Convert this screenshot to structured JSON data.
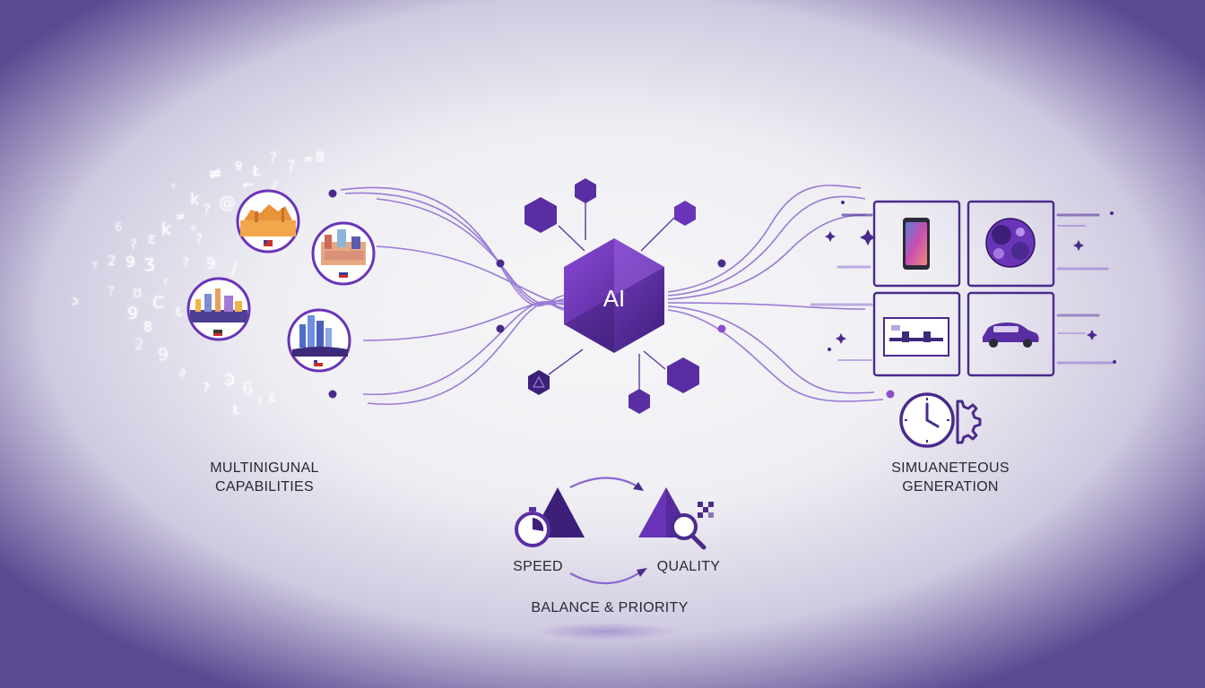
{
  "center": {
    "text": "AI"
  },
  "labels": {
    "multilingual_line1": "MULTINIGUNAL",
    "multilingual_line2": "CAPABILITIES",
    "simultaneous_line1": "SIMUANETEOUS",
    "simultaneous_line2": "GENERATION",
    "speed": "SPEED",
    "quality": "QUALITY",
    "balance": "BALANCE & PRIORITY"
  },
  "glyphs": [
    "6",
    "?",
    "ɛ",
    "k",
    "≠",
    "*",
    "?",
    "@",
    "9",
    "Ł",
    "?",
    "?",
    "≠",
    "8",
    "⌐",
    "{",
    "?",
    "2",
    "9",
    "Ʒ",
    "ɛ",
    "?",
    "9",
    "/",
    "ɔ",
    "?",
    "ʊ",
    "C",
    "Ł",
    "8",
    "2",
    "9",
    "∂",
    "?",
    "Ͽ"
  ],
  "icons": {
    "left_circles": [
      "desert-city-icon",
      "european-town-icon",
      "skyline-icon",
      "city-towers-icon"
    ],
    "right_tiles": [
      "smartphone-icon",
      "abstract-sphere-icon",
      "office-room-icon",
      "car-icon"
    ],
    "extra": [
      "clock-gear-icon",
      "stopwatch-icon",
      "magnifier-icon"
    ]
  },
  "colors": {
    "accent": "#6a34b8",
    "dark": "#3d1f7a",
    "light": "#8f5ad6",
    "text": "#2a2733"
  }
}
